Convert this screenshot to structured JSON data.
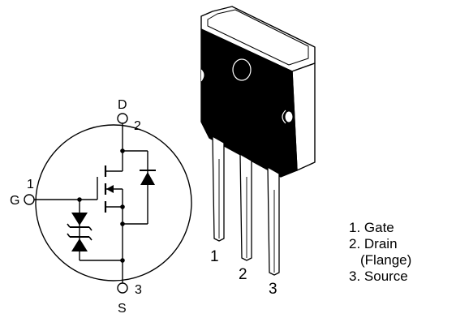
{
  "schematic": {
    "terminals": {
      "drain": {
        "letter": "D",
        "number": "2"
      },
      "gate": {
        "letter": "G",
        "number": "1"
      },
      "source": {
        "letter": "S",
        "number": "3"
      }
    }
  },
  "package": {
    "lead_numbers": [
      "1",
      "2",
      "3"
    ]
  },
  "pin_list": [
    "1. Gate",
    "2. Drain",
    "(Flange)",
    "3. Source"
  ]
}
